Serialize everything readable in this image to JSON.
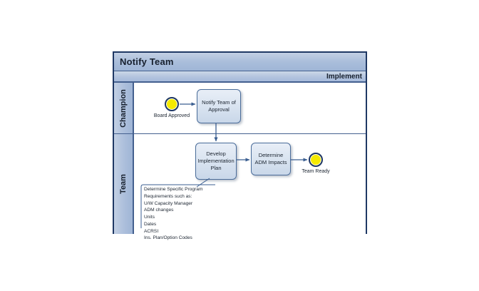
{
  "diagram": {
    "pool_title": "Notify Team",
    "phase_label": "Implement",
    "lanes": [
      {
        "id": "champion",
        "label": "Champion"
      },
      {
        "id": "team",
        "label": "Team"
      }
    ],
    "events": [
      {
        "id": "start",
        "type": "start-event",
        "label": "Board\nApproved",
        "fill": "#f5ea00",
        "stroke": "#1f3864"
      },
      {
        "id": "end",
        "type": "end-event",
        "label": "Team\nReady",
        "fill": "#f5ea00",
        "stroke": "#1f3864"
      }
    ],
    "tasks": [
      {
        "id": "notify",
        "label": "Notify Team of Approval",
        "lane": "champion"
      },
      {
        "id": "develop",
        "label": "Develop Implementation Plan",
        "lane": "team"
      },
      {
        "id": "adm",
        "label": "Determine ADM Impacts",
        "lane": "team"
      }
    ],
    "annotation": {
      "id": "annotation-requirements",
      "text": "Determine Specific Program\nRequirements such as:\nU/W Capacity Manager\nADM changes\nUnits\nDates\nACRSI\nIns. Plan/Option Codes",
      "attached_to": "develop"
    },
    "flows": [
      {
        "from": "start",
        "to": "notify"
      },
      {
        "from": "notify",
        "to": "develop"
      },
      {
        "from": "develop",
        "to": "adm"
      },
      {
        "from": "adm",
        "to": "end"
      }
    ],
    "colors": {
      "pool_border": "#1f3864",
      "lane_header": "#aec0dc",
      "title_bar": "#aabedb",
      "task_fill": "#dbe5f1",
      "task_border": "#4a6c99",
      "connector": "#3a5e91",
      "event_fill": "#f5ea00"
    }
  }
}
